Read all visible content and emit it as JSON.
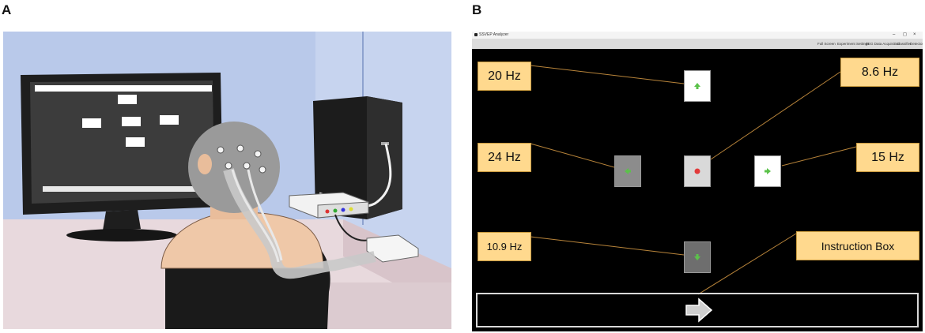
{
  "panels": {
    "a": {
      "letter": "A"
    },
    "b": {
      "letter": "B"
    }
  },
  "app": {
    "window_title": "SSVEP Analyzer",
    "window_controls": [
      "–",
      "◻",
      "×"
    ],
    "menu": [
      "Full Screen",
      "Experiment Settings",
      "EEG Data Acquisition",
      "Classifier",
      "Detector"
    ]
  },
  "labels": {
    "hz20": "20 Hz",
    "hz8_6": "8.6 Hz",
    "hz24": "24 Hz",
    "hz15": "15 Hz",
    "hz10_9": "10.9 Hz",
    "instruction": "Instruction Box"
  },
  "stimuli": {
    "up": {
      "icon": "up-arrow-icon",
      "color": "#5bc24a",
      "bg": "#ffffff"
    },
    "left": {
      "icon": "left-arrow-icon",
      "color": "#5bc24a",
      "bg": "#8c8c8c"
    },
    "center": {
      "icon": "stop-dot-icon",
      "color": "#e23a3a",
      "bg": "#d9d9d9"
    },
    "right": {
      "icon": "right-arrow-icon",
      "color": "#5bc24a",
      "bg": "#ffffff"
    },
    "down": {
      "icon": "down-arrow-icon",
      "color": "#5bc24a",
      "bg": "#6e6e6e"
    }
  },
  "instruction_box": {
    "icon": "right-arrow-icon"
  },
  "colors": {
    "label_fill": "#ffd98e",
    "leader_line": "#b8843a",
    "background": "#000000"
  }
}
